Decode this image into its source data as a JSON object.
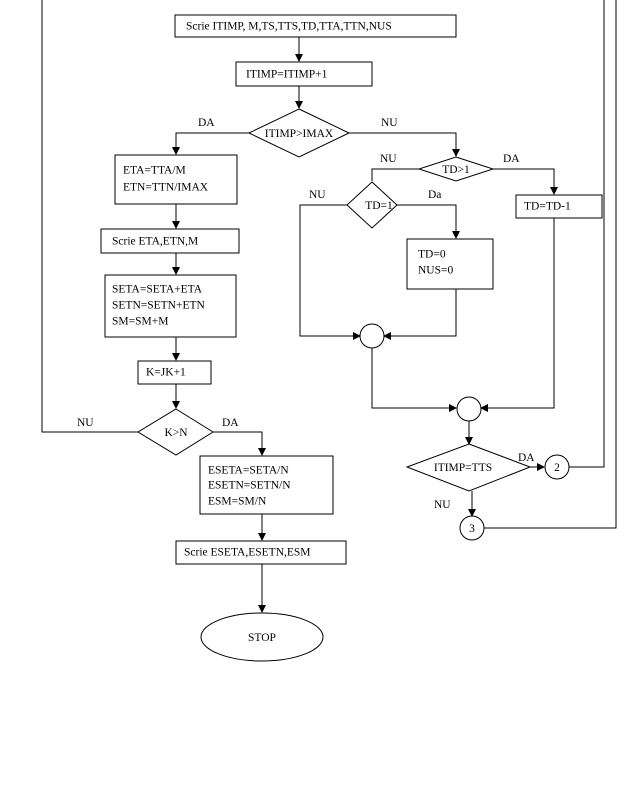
{
  "diagram": {
    "colors": {
      "stroke": "#000000",
      "fill": "#ffffff",
      "text": "#000000"
    },
    "nodes": {
      "write_start": "Scrie ITIMP, M,TS,TTS,TD,TTA,TTN,NUS",
      "itimp_increment": "ITIMP=ITIMP+1",
      "itimp_gt_imax": "ITIMP>IMAX",
      "eta_etn_box": {
        "line1": "ETA=TTA/M",
        "line2": "ETN=TTN/IMAX"
      },
      "write_eta": "Scrie ETA,ETN,M",
      "seta_box": {
        "line1": "SETA=SETA+ETA",
        "line2": "SETN=SETN+ETN",
        "line3": "SM=SM+M"
      },
      "k_increment": "K=JK+1",
      "k_gt_n": "K>N",
      "eseta_box": {
        "line1": "ESETA=SETA/N",
        "line2": "ESETN=SETN/N",
        "line3": "ESM=SM/N"
      },
      "write_eseta": "Scrie ESETA,ESETN,ESM",
      "stop": "STOP",
      "td_gt_1": "TD>1",
      "td_eq_1": "TD=1",
      "td_decrement": "TD=TD-1",
      "td_zero_box": {
        "line1": "TD=0",
        "line2": "NUS=0"
      },
      "itimp_eq_tts": "ITIMP=TTS",
      "connector_2": "2",
      "connector_3": "3"
    },
    "labels": {
      "imax_da": "DA",
      "imax_nu": "NU",
      "td_gt_nu": "NU",
      "td_gt_da": "DA",
      "td_eq_nu": "NU",
      "td_eq_da": "Da",
      "kn_nu": "NU",
      "kn_da": "DA",
      "tts_da": "DA",
      "tts_nu": "NU"
    }
  }
}
